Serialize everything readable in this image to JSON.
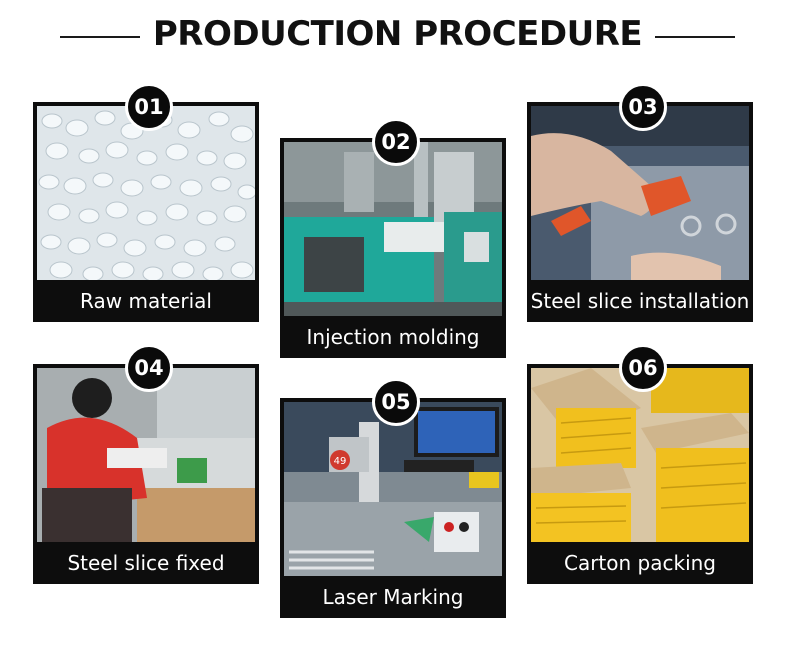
{
  "header": {
    "title": "PRODUCTION PROCEDURE"
  },
  "steps": [
    {
      "number": "01",
      "label": "Raw material",
      "icon": "plastic-pellets-photo"
    },
    {
      "number": "02",
      "label": "Injection molding",
      "icon": "injection-machine-photo"
    },
    {
      "number": "03",
      "label": "Steel slice installation",
      "icon": "hand-installing-photo"
    },
    {
      "number": "04",
      "label": "Steel slice fixed",
      "icon": "worker-assembly-photo"
    },
    {
      "number": "05",
      "label": "Laser Marking",
      "icon": "laser-marking-photo",
      "machine_tag": "49"
    },
    {
      "number": "06",
      "label": "Carton packing",
      "icon": "cartons-photo"
    }
  ],
  "colors": {
    "card_bg": "#0d0d0d",
    "badge_bg": "#0a0a0a",
    "text": "#ffffff",
    "title": "#111111"
  }
}
